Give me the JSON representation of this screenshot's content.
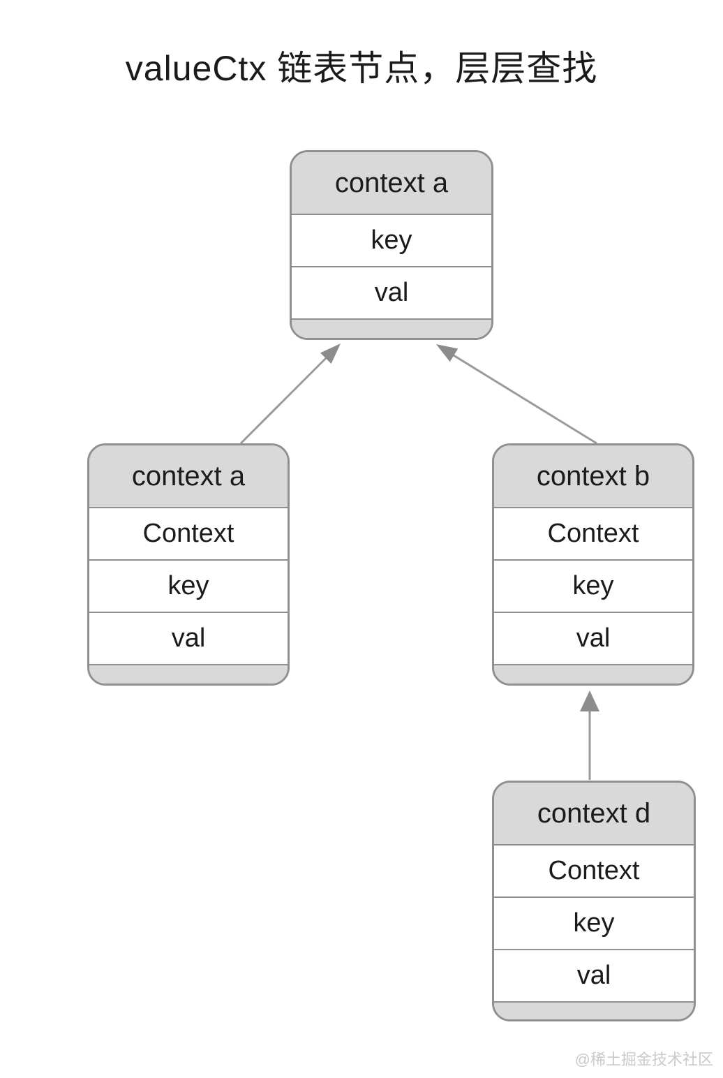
{
  "title": "valueCtx 链表节点，层层查找",
  "watermark": "@稀土掘金技术社区",
  "colors": {
    "background": "#ffffff",
    "node_fill": "#d9d9d9",
    "node_border": "#8f8f8f",
    "text": "#1b1b1b",
    "arrow_line": "#9a9a9a",
    "arrow_head": "#8c8c8c",
    "watermark": "#cacaca"
  },
  "nodes": [
    {
      "id": "root",
      "title": "context a",
      "rows": [
        "key",
        "val"
      ]
    },
    {
      "id": "left",
      "title": "context a",
      "rows": [
        "Context",
        "key",
        "val"
      ]
    },
    {
      "id": "right",
      "title": "context b",
      "rows": [
        "Context",
        "key",
        "val"
      ]
    },
    {
      "id": "child",
      "title": "context d",
      "rows": [
        "Context",
        "key",
        "val"
      ]
    }
  ],
  "edges": [
    {
      "from": "context a (left)",
      "to": "context a (root)"
    },
    {
      "from": "context b",
      "to": "context a (root)"
    },
    {
      "from": "context d",
      "to": "context b"
    }
  ]
}
